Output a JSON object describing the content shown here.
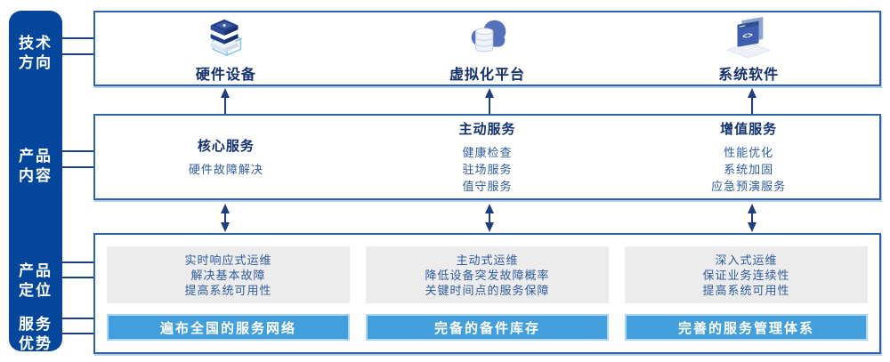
{
  "colors": {
    "sidebar_bg": "#04469c",
    "box_border": "#2d63ae",
    "title_navy": "#14316b",
    "item_blue": "#2d5b9e",
    "advantage_bar_bg": "#429fdb",
    "positioning_box_bg": "#ececec",
    "arrow_line": "#1e3f7e"
  },
  "sidebar": {
    "items": [
      {
        "label": "技术\n方向"
      },
      {
        "label": "产品\n内容"
      },
      {
        "label": "产品\n定位"
      },
      {
        "label": "服务\n优势"
      }
    ]
  },
  "tech_row": {
    "items": [
      {
        "icon": "server-stack-icon",
        "label": "硬件设备"
      },
      {
        "icon": "cloud-database-icon",
        "label": "虚拟化平台"
      },
      {
        "icon": "code-window-icon",
        "label": "系统软件"
      }
    ]
  },
  "content_row": {
    "columns": [
      {
        "title": "核心服务",
        "items": [
          "硬件故障解决"
        ]
      },
      {
        "title": "主动服务",
        "items": [
          "健康检查",
          "驻场服务",
          "值守服务"
        ]
      },
      {
        "title": "增值服务",
        "items": [
          "性能优化",
          "系统加固",
          "应急预演服务"
        ]
      }
    ]
  },
  "bottom_row": {
    "columns": [
      {
        "positioning": [
          "实时响应式运维",
          "解决基本故障",
          "提高系统可用性"
        ],
        "advantage": "遍布全国的服务网络"
      },
      {
        "positioning": [
          "主动式运维",
          "降低设备突发故障概率",
          "关键时间点的服务保障"
        ],
        "advantage": "完备的备件库存"
      },
      {
        "positioning": [
          "深入式运维",
          "保证业务连续性",
          "提高系统可用性"
        ],
        "advantage": "完善的服务管理体系"
      }
    ]
  }
}
